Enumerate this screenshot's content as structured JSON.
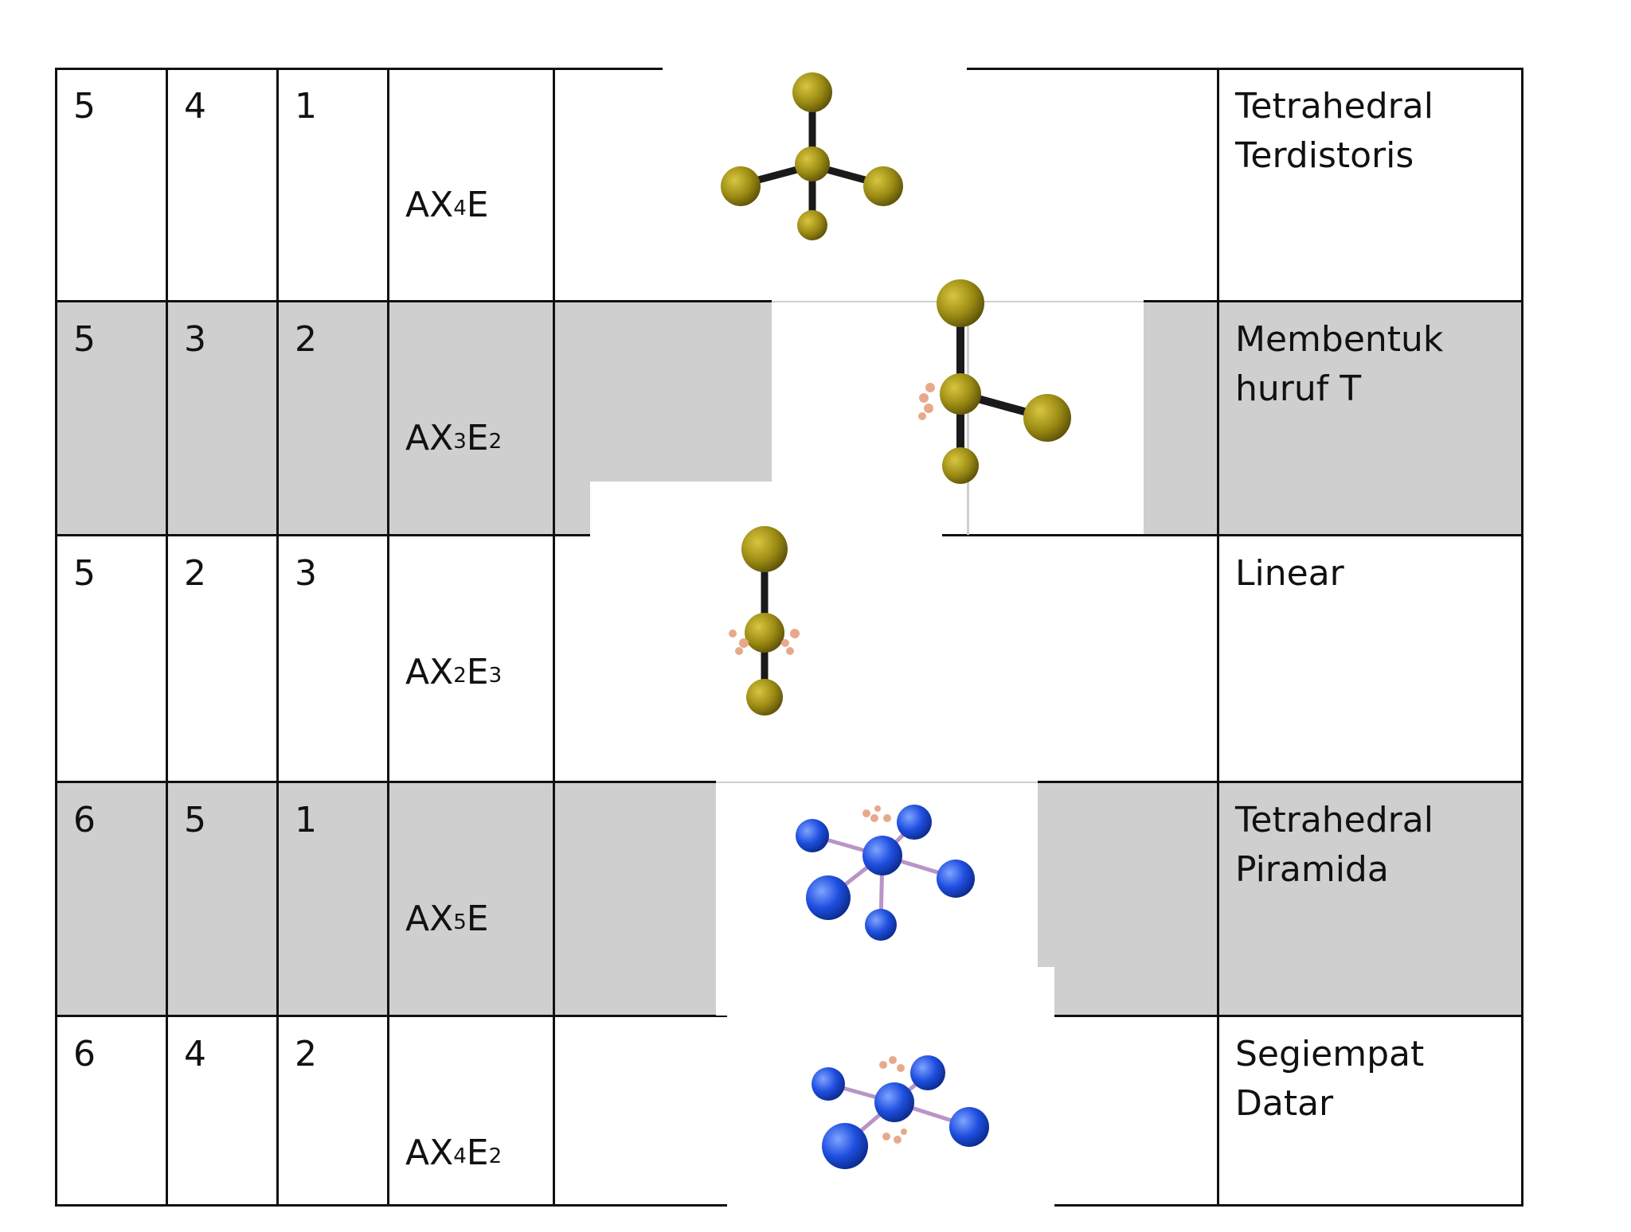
{
  "colors": {
    "shade": "#cfcfcf",
    "line": "#111111",
    "gold_atom": "#9a8a12",
    "blue_atom": "#1f4fe0",
    "pair_dot": "#e7a98c"
  },
  "rows": [
    {
      "total": "5",
      "bonding": "4",
      "lone": "1",
      "formula": {
        "a": "AX",
        "b": "4",
        "c": "E",
        "d": ""
      },
      "shape": "Tetrahedral\nTerdistoris",
      "shaded": false,
      "molecule_icon": "see-saw-molecule-icon"
    },
    {
      "total": "5",
      "bonding": "3",
      "lone": "2",
      "formula": {
        "a": "AX",
        "b": "3",
        "c": "E",
        "d": "2"
      },
      "shape": "Membentuk\nhuruf T",
      "shaded": true,
      "molecule_icon": "t-shaped-molecule-icon"
    },
    {
      "total": "5",
      "bonding": "2",
      "lone": "3",
      "formula": {
        "a": "AX",
        "b": "2",
        "c": "E",
        "d": "3"
      },
      "shape": "Linear",
      "shaded": false,
      "molecule_icon": "linear-molecule-icon"
    },
    {
      "total": "6",
      "bonding": "5",
      "lone": "1",
      "formula": {
        "a": "AX",
        "b": "5",
        "c": "E",
        "d": ""
      },
      "shape": "Tetrahedral\nPiramida",
      "shaded": true,
      "molecule_icon": "square-pyramidal-molecule-icon"
    },
    {
      "total": "6",
      "bonding": "4",
      "lone": "2",
      "formula": {
        "a": "AX",
        "b": "4",
        "c": "E",
        "d": "2"
      },
      "shape": "Segiempat Datar",
      "shaded": false,
      "molecule_icon": "square-planar-molecule-icon"
    }
  ]
}
